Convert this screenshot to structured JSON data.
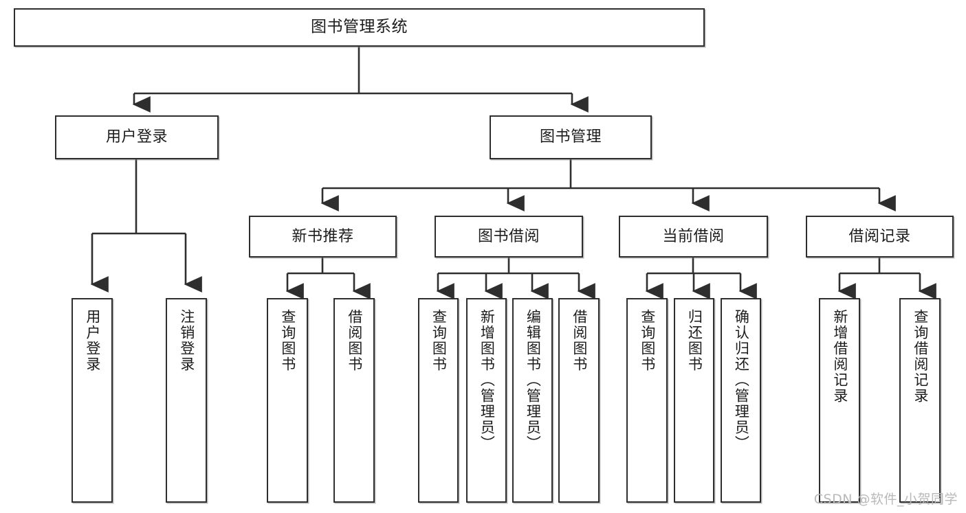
{
  "diagram": {
    "title": "图书管理系统",
    "watermark": "CSDN @软件_小贺同学",
    "stroke_color": "#2e2e2e",
    "background_color": "#ffffff",
    "text_color": "#1c1c1c",
    "watermark_color": "#b9b9b9",
    "type": "tree-hierarchy-diagram"
  },
  "nodes": {
    "root": {
      "label": "图书管理系统"
    },
    "level2": [
      {
        "label": "用户登录"
      },
      {
        "label": "图书管理"
      }
    ],
    "level3": [
      {
        "label": "新书推荐"
      },
      {
        "label": "图书借阅"
      },
      {
        "label": "当前借阅"
      },
      {
        "label": "借阅记录"
      }
    ],
    "leaves": {
      "user_login": [
        {
          "label": "用户登录"
        },
        {
          "label": "注销登录"
        }
      ],
      "new_book_recommend": [
        {
          "label": "查询图书"
        },
        {
          "label": "借阅图书"
        }
      ],
      "book_borrow": [
        {
          "label": "查询图书"
        },
        {
          "label": "新增图书（管理员）"
        },
        {
          "label": "编辑图书（管理员）"
        },
        {
          "label": "借阅图书"
        }
      ],
      "current_borrow": [
        {
          "label": "查询图书"
        },
        {
          "label": "归还图书"
        },
        {
          "label": "确认归还（管理员）"
        }
      ],
      "borrow_record": [
        {
          "label": "新增借阅记录"
        },
        {
          "label": "查询借阅记录"
        }
      ]
    }
  },
  "chart_data": {
    "type": "table",
    "title": "图书管理系统 功能结构图",
    "hierarchy": [
      {
        "name": "图书管理系统",
        "children": [
          {
            "name": "用户登录",
            "children": [
              {
                "name": "用户登录"
              },
              {
                "name": "注销登录"
              }
            ]
          },
          {
            "name": "图书管理",
            "children": [
              {
                "name": "新书推荐",
                "children": [
                  {
                    "name": "查询图书"
                  },
                  {
                    "name": "借阅图书"
                  }
                ]
              },
              {
                "name": "图书借阅",
                "children": [
                  {
                    "name": "查询图书"
                  },
                  {
                    "name": "新增图书（管理员）"
                  },
                  {
                    "name": "编辑图书（管理员）"
                  },
                  {
                    "name": "借阅图书"
                  }
                ]
              },
              {
                "name": "当前借阅",
                "children": [
                  {
                    "name": "查询图书"
                  },
                  {
                    "name": "归还图书"
                  },
                  {
                    "name": "确认归还（管理员）"
                  }
                ]
              },
              {
                "name": "借阅记录",
                "children": [
                  {
                    "name": "新增借阅记录"
                  },
                  {
                    "name": "查询借阅记录"
                  }
                ]
              }
            ]
          }
        ]
      }
    ]
  }
}
